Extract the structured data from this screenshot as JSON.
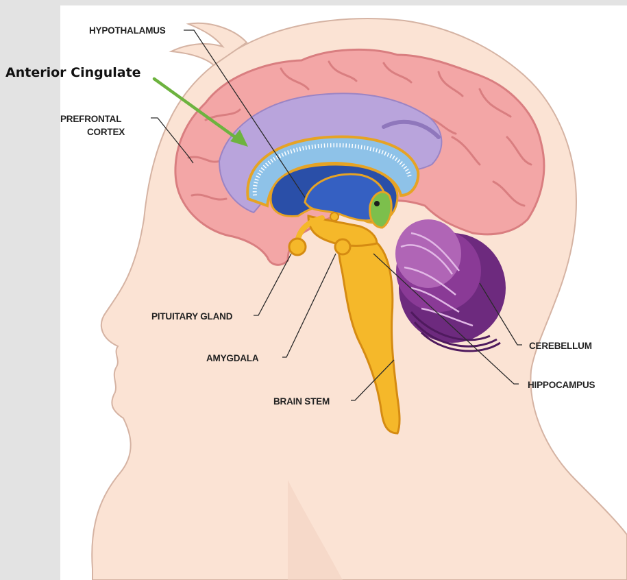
{
  "labels": {
    "hypothalamus": "HYPOTHALAMUS",
    "prefrontal_line1": "PREFRONTAL",
    "prefrontal_line2": "CORTEX",
    "pituitary": "PITUITARY GLAND",
    "amygdala": "AMYGDALA",
    "brain_stem": "BRAIN STEM",
    "cerebellum": "CEREBELLUM",
    "hippocampus": "HIPPOCAMPUS"
  },
  "annotation": {
    "text": "Anterior Cingulate",
    "arrow_color": "#6db33f"
  },
  "colors": {
    "background_left": "#dcdcdc",
    "skin": "#fbe3d4",
    "skin_outline": "#d5b3a3",
    "cortex": "#f3a6a6",
    "cortex_fold": "#d97e80",
    "limbic": "#b9a4dc",
    "corpus_callosum": "#8ec2e8",
    "ventricle": "#2a4fa8",
    "brainstem": "#f5b82a",
    "brainstem_outline": "#d58b12",
    "cerebellum": "#8a3a96",
    "cerebellum_light": "#c984c9",
    "hippocampus_green": "#7cbf4c"
  }
}
